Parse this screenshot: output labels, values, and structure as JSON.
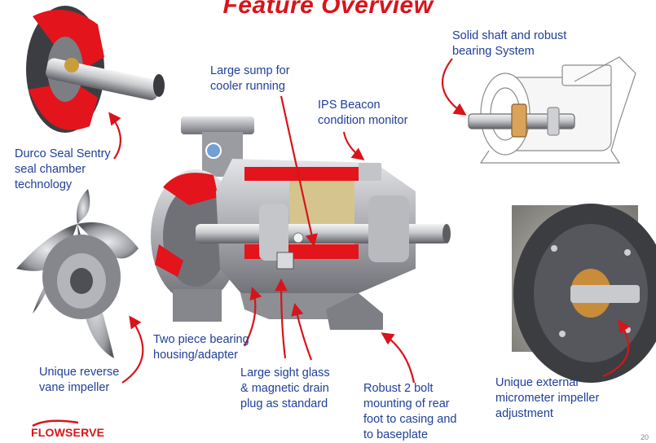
{
  "title": "Feature Overview",
  "labels": {
    "sump": [
      "Large sump for",
      "cooler running"
    ],
    "beacon": [
      "IPS Beacon",
      "condition monitor"
    ],
    "shaft": [
      "Solid shaft and robust",
      "bearing System"
    ],
    "seal": [
      "Durco Seal Sentry",
      "seal chamber",
      "technology"
    ],
    "bearing_housing": [
      "Two piece bearing",
      "housing/adapter"
    ],
    "impeller": [
      "Unique reverse",
      "vane impeller"
    ],
    "sight_glass": [
      "Large sight glass",
      "& magnetic drain",
      "plug as standard"
    ],
    "bolt": [
      "Robust 2 bolt",
      "mounting of rear",
      "foot to casing and",
      "to baseplate"
    ],
    "micrometer": [
      "Unique external",
      "micrometer impeller",
      "adjustment"
    ]
  },
  "logo": "FLOWSERVE",
  "page_number": "20",
  "colors": {
    "title": "#d8141b",
    "label_text": "#1f3f99",
    "arrow": "#d8141b",
    "cutaway_red": "#e3141c",
    "metal": "#a6a8ad"
  }
}
